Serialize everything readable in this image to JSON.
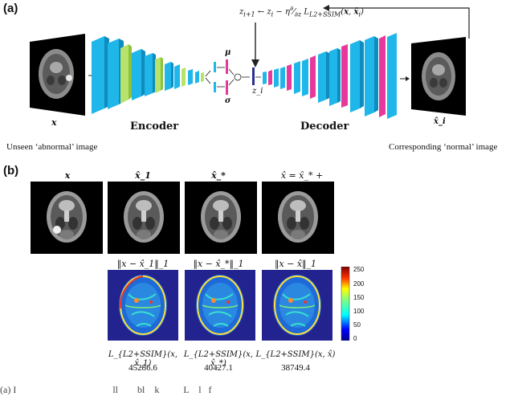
{
  "panel_a": {
    "label": "(a)",
    "update_formula": "z_{i+1} ← z_i − η ∂/∂z L_{L2+SSIM}(x, x̂_i)",
    "input_symbol": "x",
    "encoder_label": "Encoder",
    "decoder_label": "Decoder",
    "mu_symbol": "μ",
    "sigma_symbol": "σ",
    "z_symbol": "z_i",
    "output_symbol": "x̂_i",
    "input_caption": "Unseen ‘abnormal’ image",
    "output_caption": "Corresponding ‘normal’ image",
    "colors": {
      "cyan": "#1fb6ea",
      "lime": "#b7e36b",
      "magenta": "#e6399b",
      "navy": "#2b2f8f"
    }
  },
  "panel_b": {
    "label": "(b)",
    "columns": [
      {
        "header": "x",
        "diff_label": "",
        "loss_label": "",
        "loss_value": ""
      },
      {
        "header": "x̂_1",
        "diff_label": "‖x − x̂_1‖_1",
        "loss_label": "L_{L2+SSIM}(x, x̂_1)",
        "loss_value": "45286.6"
      },
      {
        "header": "x̂_*",
        "diff_label": "‖x − x̂_*‖_1",
        "loss_label": "L_{L2+SSIM}(x, x̂_*)",
        "loss_value": "40427.1"
      },
      {
        "header": "x̂ = x̂_* + Equalization",
        "diff_label": "‖x − x̂‖_1",
        "loss_label": "L_{L2+SSIM}(x, x̂)",
        "loss_value": "38749.4"
      }
    ],
    "colorbar_ticks": [
      "250",
      "200",
      "150",
      "100",
      "50",
      "0"
    ],
    "colorbar_range": [
      0,
      260
    ]
  },
  "caption_fragment": "(a) I                                        ll        bl    k          L    l   f"
}
